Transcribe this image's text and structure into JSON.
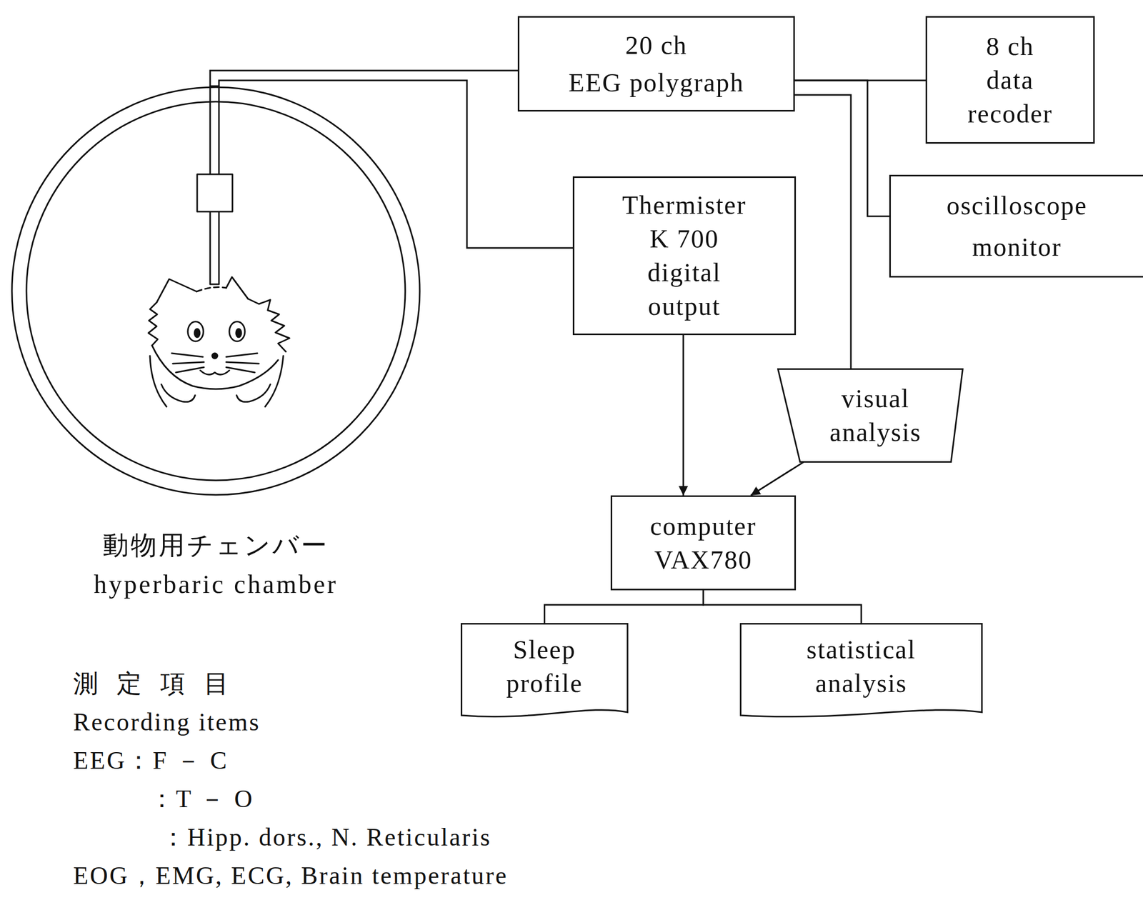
{
  "diagram": {
    "nodes": [
      {
        "text": [
          "動物用チェンバー",
          "hyperbaric chamber"
        ]
      },
      {
        "text": [
          "20 ch EEG polygraph"
        ]
      },
      {
        "text": [
          "8 ch data recoder"
        ]
      },
      {
        "text": [
          "Thermister K 700 digital output"
        ]
      },
      {
        "text": [
          "oscilloscope monitor"
        ]
      },
      {
        "text": [
          "visual analysis"
        ]
      },
      {
        "text": [
          "computer VAX780"
        ]
      },
      {
        "text": [
          "Sleep profile"
        ]
      },
      {
        "text": [
          "statistical analysis"
        ]
      }
    ],
    "edges": [
      {
        "from": 0,
        "to": 1,
        "arrow": "none"
      },
      {
        "from": 0,
        "to": 3,
        "arrow": "none"
      },
      {
        "from": 1,
        "to": 2,
        "arrow": "none"
      },
      {
        "from": 1,
        "to": 4,
        "arrow": "none"
      },
      {
        "from": 1,
        "to": 5,
        "arrow": "none"
      },
      {
        "from": 3,
        "to": 6,
        "arrow": "to"
      },
      {
        "from": 5,
        "to": 6,
        "arrow": "to"
      },
      {
        "from": 6,
        "to": 7,
        "arrow": "none"
      },
      {
        "from": 6,
        "to": 8,
        "arrow": "none"
      }
    ],
    "labels": [
      "測 定 項 目",
      "Recording items",
      "EEG：F － C",
      "：T － O",
      "：Hipp. dors., N. Reticularis",
      "EOG，EMG, ECG, Brain temperature"
    ]
  }
}
